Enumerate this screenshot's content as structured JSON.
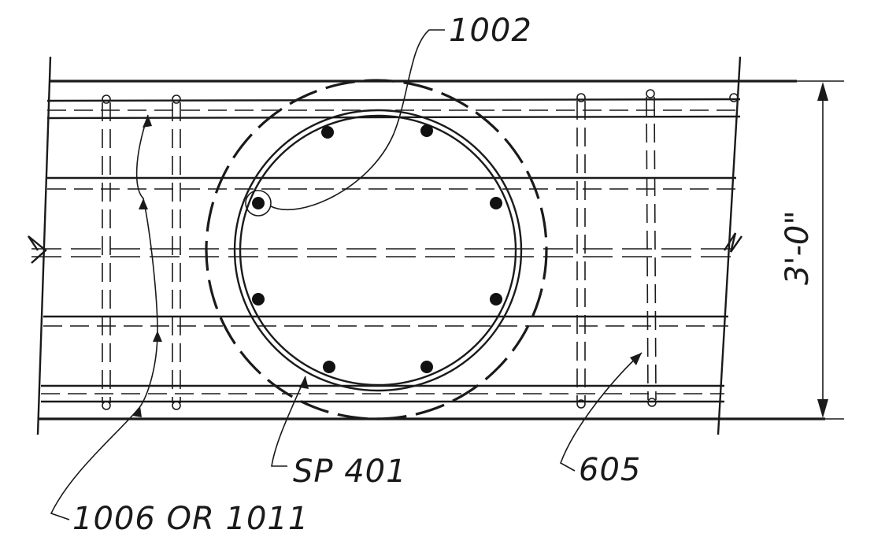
{
  "callouts": {
    "top": "1002",
    "center": "SP 401",
    "right": "605",
    "bottom_left": "1006 OR 1011"
  },
  "dimension": {
    "height_label": "3'-0\""
  },
  "colors": {
    "ink": "#1a1a1a",
    "paper": "#ffffff"
  }
}
